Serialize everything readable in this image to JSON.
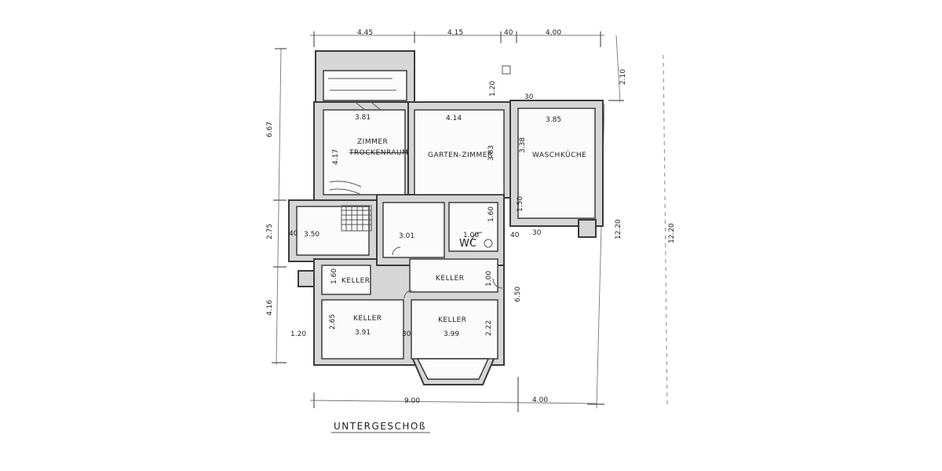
{
  "plan": {
    "title": "UNTERGESCHOß",
    "rooms": {
      "zimmer_name": "ZIMMER",
      "zimmer_strike": "TROCKENRAUM",
      "garten": "GARTEN-ZIMMER",
      "waschkueche": "WASCHKÜCHE",
      "wc": "WC",
      "keller_small": "KELLER",
      "keller_mid": "KELLER",
      "keller_left": "KELLER",
      "keller_right": "KELLER"
    },
    "dims": {
      "top_1": "4.45",
      "top_2": "4.15",
      "top_3": "40",
      "top_4": "4.00",
      "left_1": "6.67",
      "left_2": "2.75",
      "left_3": "4.16",
      "left_4": "1.20",
      "right_1": "2.10",
      "right_2": "12.20",
      "right_3": "12.20",
      "bottom_1": "9.00",
      "bottom_2": "4.00",
      "mid_6_50": "6.50",
      "w_381": "3.81",
      "w_414": "4.14",
      "w_385": "3.85",
      "h_417": "4.17",
      "h_383": "3.83",
      "h_338": "3.38",
      "w_350": "3.50",
      "w_301": "3.01",
      "h_160": "1.60",
      "h_100": "1.00",
      "h_265": "2.65",
      "w_391": "3.91",
      "w_399": "3.99",
      "h_222": "2.22",
      "h_150": "1.50",
      "h_160b": "1.60",
      "small_40a": "40",
      "small_30a": "30",
      "small_40b": "40",
      "small_30b": "30",
      "small_30c": "30",
      "small_120": "1.20",
      "small_100": "1.00"
    }
  }
}
